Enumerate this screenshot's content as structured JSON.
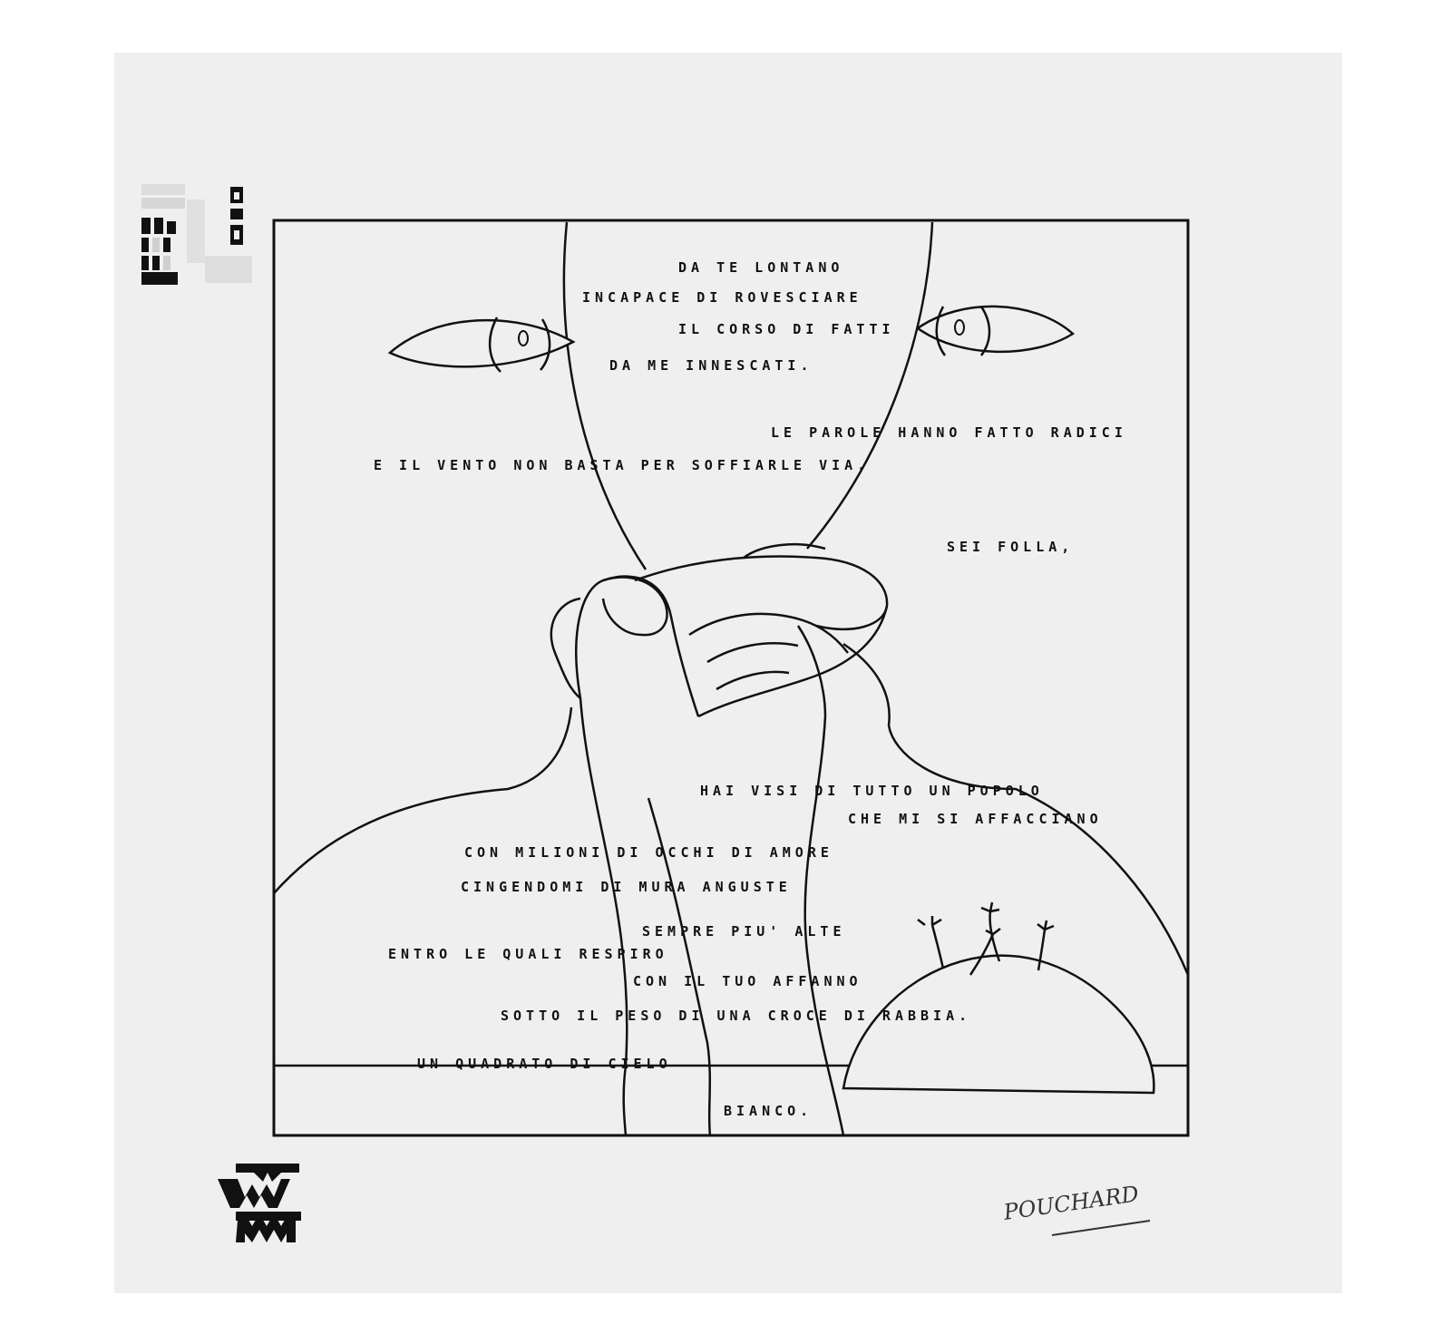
{
  "colors": {
    "sheet": "#efefef",
    "ink": "#111111",
    "paper": "#ffffff"
  },
  "poem": [
    "DA TE LONTANO",
    "INCAPACE DI ROVESCIARE",
    "IL CORSO DI FATTI",
    "DA ME INNESCATI.",
    "LE PAROLE HANNO FATTO RADICI",
    "E IL VENTO NON BASTA PER SOFFIARLE VIA.",
    "SEI FOLLA,",
    "HAI VISI DI TUTTO UN POPOLO",
    "CHE MI SI AFFACCIANO",
    "CON MILIONI DI OCCHI DI AMORE",
    "CINGENDOMI DI MURA ANGUSTE",
    "SEMPRE PIU' ALTE",
    "ENTRO LE QUALI RESPIRO",
    "CON IL TUO AFFANNO",
    "SOTTO IL PESO DI UNA CROCE DI RABBIA.",
    "UN QUADRATO DI CIELO",
    "BIANCO."
  ],
  "signature": "POUCHARD",
  "logos": {
    "top_left": "publisher-stamp",
    "bottom_left": "WMM"
  }
}
